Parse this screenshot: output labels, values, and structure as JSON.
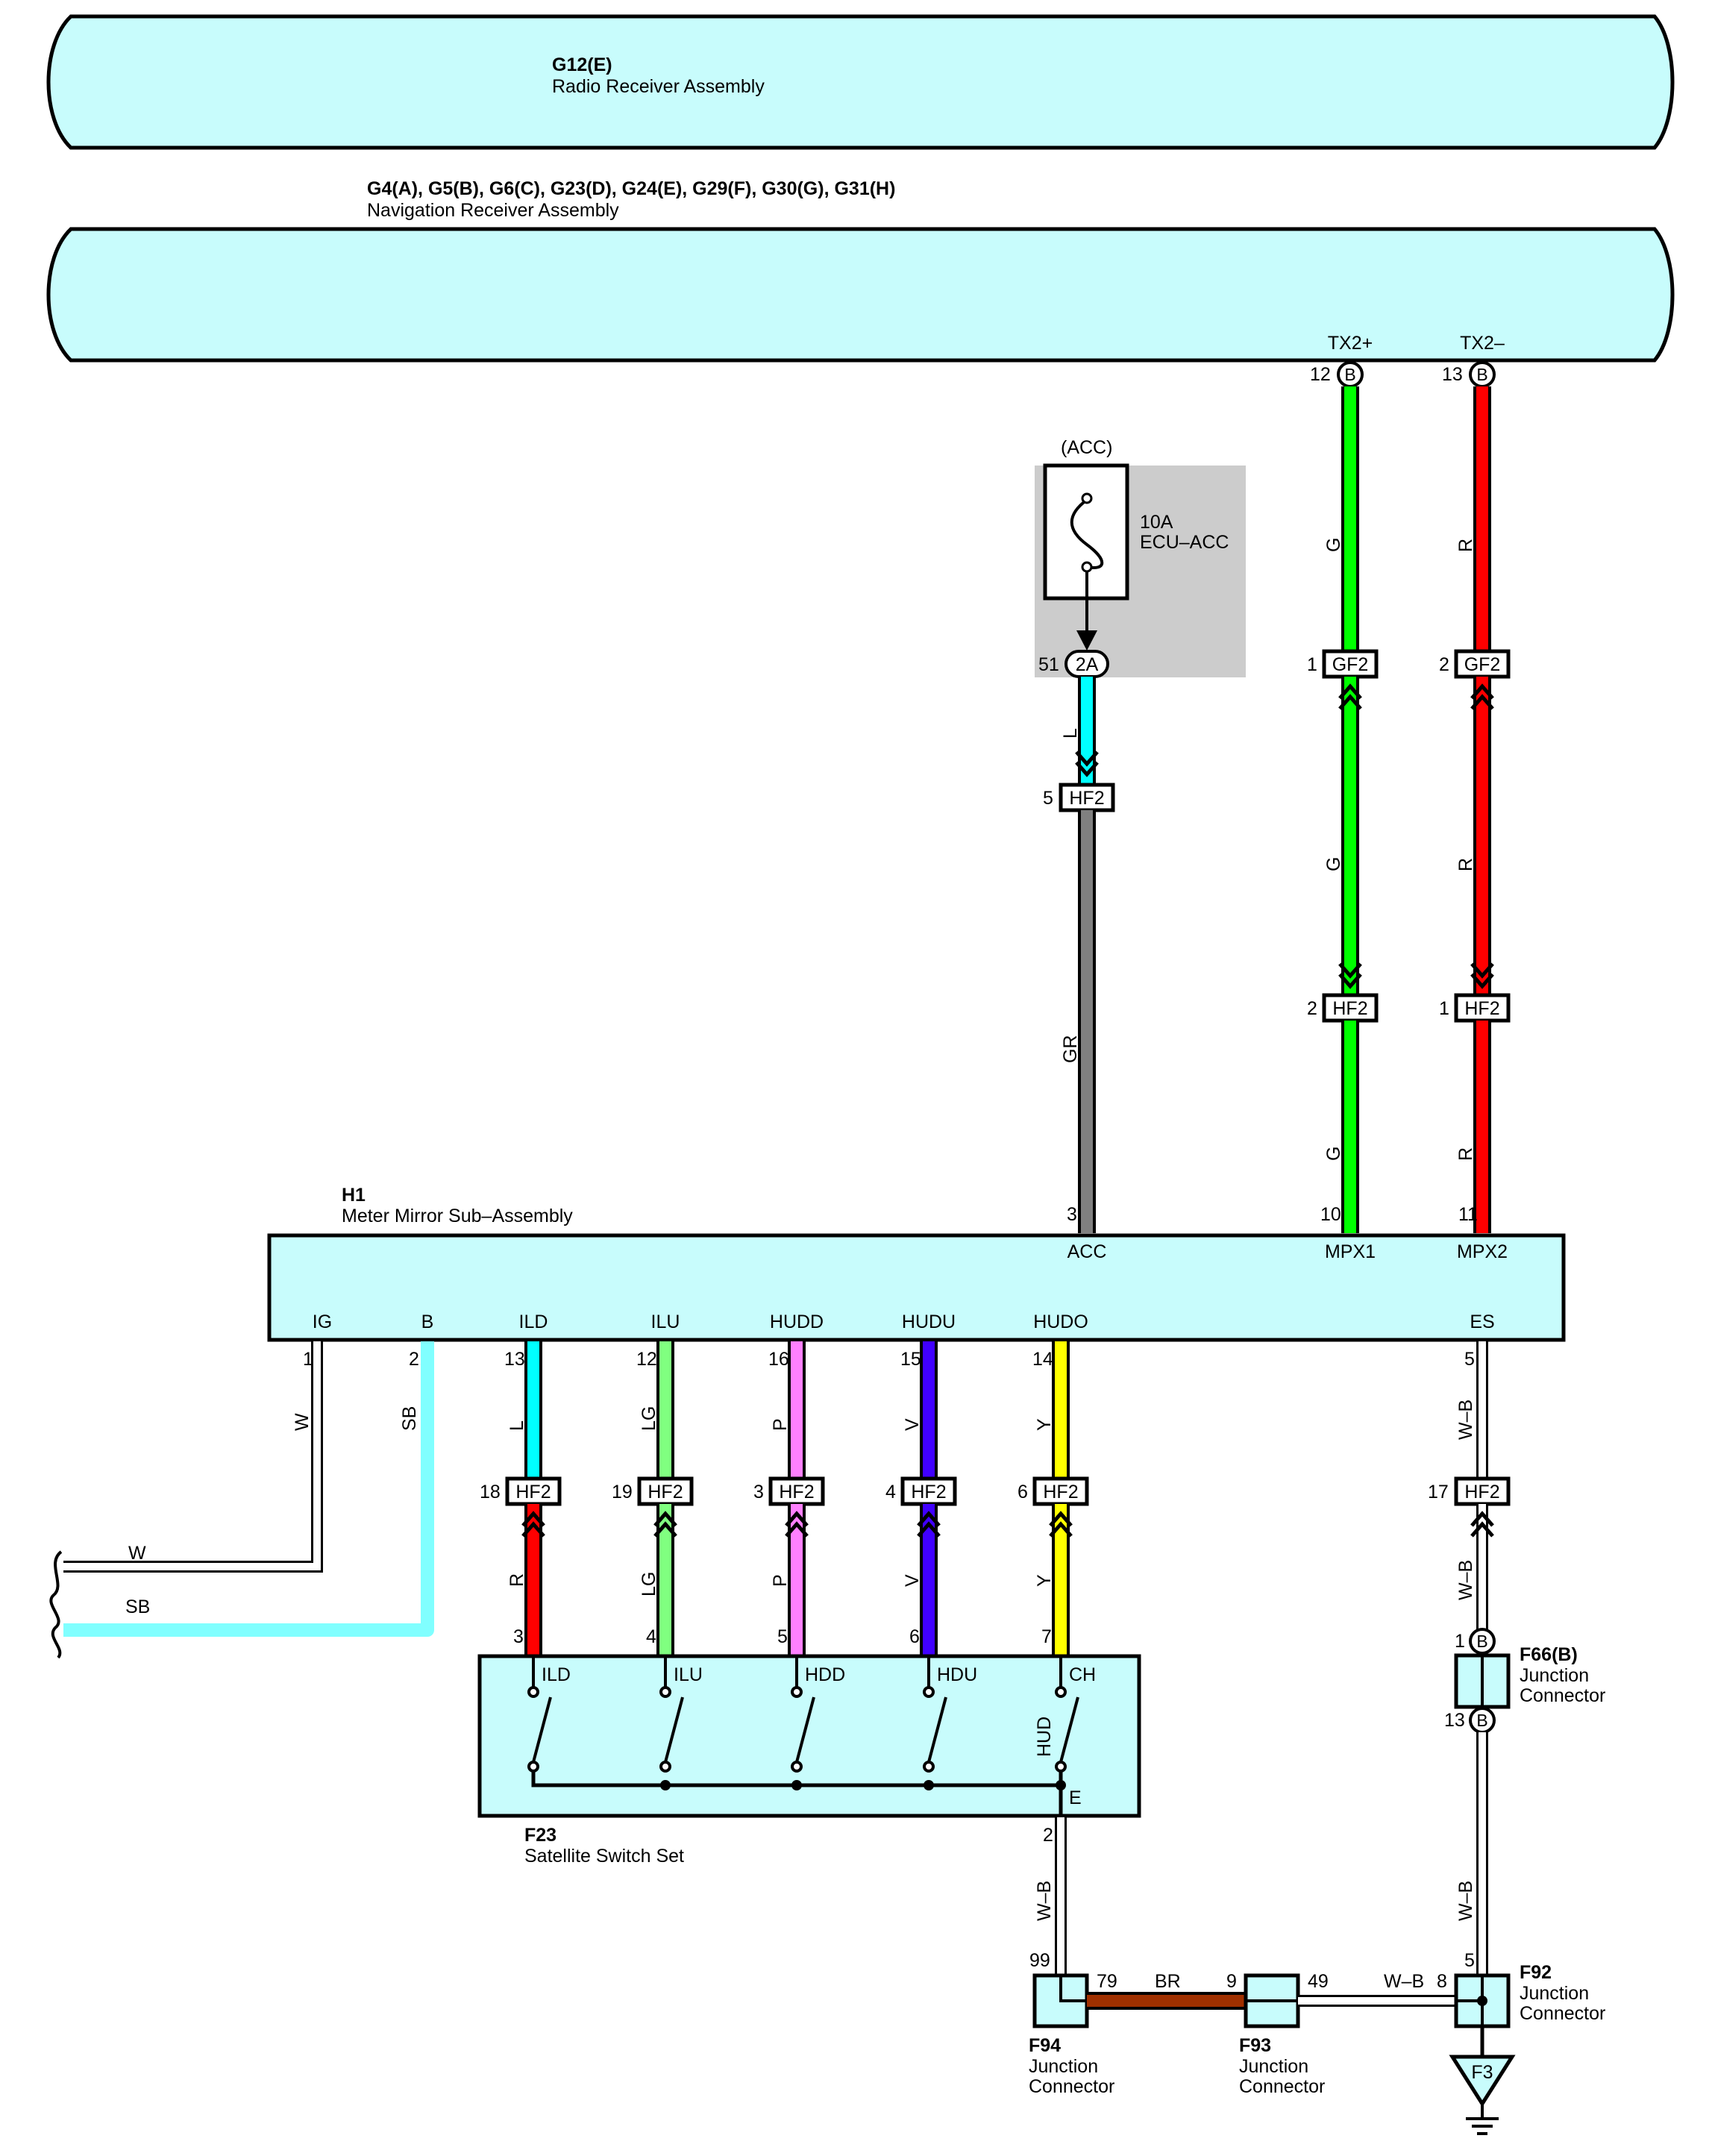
{
  "components": {
    "radio": {
      "code": "G12(E)",
      "name": "Radio Receiver Assembly"
    },
    "navigation": {
      "code": "G4(A), G5(B), G6(C), G23(D), G24(E), G29(F), G30(G), G31(H)",
      "name": "Navigation Receiver Assembly"
    },
    "meter": {
      "code": "H1",
      "name": "Meter Mirror Sub–Assembly"
    },
    "satellite": {
      "code": "F23",
      "name": "Satellite Switch Set"
    },
    "f66": {
      "code": "F66(B)",
      "name1": "Junction",
      "name2": "Connector"
    },
    "f92": {
      "code": "F92",
      "name1": "Junction",
      "name2": "Connector"
    },
    "f93": {
      "code": "F93",
      "name1": "Junction",
      "name2": "Connector"
    },
    "f94": {
      "code": "F94",
      "name1": "Junction",
      "name2": "Connector"
    }
  },
  "fuse": {
    "acc": "(ACC)",
    "rating": "10A",
    "name": "ECU–ACC",
    "terminal": "2A",
    "pin": "51"
  },
  "colors": {
    "G": "#00ff00",
    "R": "#ff0000",
    "L": "#00ffff",
    "GR": "#808080",
    "LG": "#80ff80",
    "P": "#ff80ff",
    "V": "#4000ff",
    "Y": "#ffff00",
    "SB": "#80ffff",
    "BR": "#a03000",
    "W": "#ffffff",
    "component_fill": "#c8fcfc",
    "fuse_panel": "#cccccc"
  },
  "nav_terminals": [
    {
      "signal": "TX2+",
      "pin": "12",
      "conn": "B"
    },
    {
      "signal": "TX2–",
      "pin": "13",
      "conn": "B"
    }
  ],
  "wires": {
    "mpx1": {
      "upper": "G",
      "middle": "G",
      "lower": "G",
      "gf_pin": "1",
      "gf": "GF2",
      "hf_pin": "2",
      "hf": "HF2",
      "meter_pin": "10",
      "meter_label": "MPX1"
    },
    "mpx2": {
      "upper": "R",
      "middle": "R",
      "lower": "R",
      "gf_pin": "2",
      "gf": "GF2",
      "hf_pin": "1",
      "hf": "HF2",
      "meter_pin": "11",
      "meter_label": "MPX2"
    },
    "acc": {
      "upper": "L",
      "lower": "GR",
      "hf_pin": "5",
      "hf": "HF2",
      "meter_pin": "3",
      "meter_label": "ACC"
    }
  },
  "meter_bottom": [
    {
      "label": "IG",
      "pin": "1",
      "wire": "W"
    },
    {
      "label": "B",
      "pin": "2",
      "wire": "SB"
    },
    {
      "label": "ILD",
      "pin": "13",
      "wire": "L",
      "hf_pin": "18",
      "hf": "HF2",
      "lower_wire": "R",
      "sw_pin": "3",
      "sw_label": "ILD"
    },
    {
      "label": "ILU",
      "pin": "12",
      "wire": "LG",
      "hf_pin": "19",
      "hf": "HF2",
      "lower_wire": "LG",
      "sw_pin": "4",
      "sw_label": "ILU"
    },
    {
      "label": "HUDD",
      "pin": "16",
      "wire": "P",
      "hf_pin": "3",
      "hf": "HF2",
      "lower_wire": "P",
      "sw_pin": "5",
      "sw_label": "HDD"
    },
    {
      "label": "HUDU",
      "pin": "15",
      "wire": "V",
      "hf_pin": "4",
      "hf": "HF2",
      "lower_wire": "V",
      "sw_pin": "6",
      "sw_label": "HDU"
    },
    {
      "label": "HUDO",
      "pin": "14",
      "wire": "Y",
      "hf_pin": "6",
      "hf": "HF2",
      "lower_wire": "Y",
      "sw_pin": "7",
      "sw_label": "CH"
    },
    {
      "label": "ES",
      "pin": "5",
      "wire": "W–B",
      "hf_pin": "17",
      "hf": "HF2",
      "lower_wire": "W–B"
    }
  ],
  "left_wires": [
    {
      "label": "W"
    },
    {
      "label": "SB"
    }
  ],
  "satellite_extra": {
    "hud": "HUD",
    "e": "E",
    "pin": "2",
    "wire": "W–B"
  },
  "f66_pins": {
    "top": "1",
    "bottom": "13",
    "conn": "B",
    "wire": "W–B"
  },
  "ground": {
    "f94_pin_in": "99",
    "f94_pin_out": "79",
    "br": "BR",
    "f93_pin_in": "9",
    "f93_pin_out": "49",
    "wb": "W–B",
    "f92_pin_in": "8",
    "f92_pin_top": "5",
    "ground_code": "F3"
  }
}
